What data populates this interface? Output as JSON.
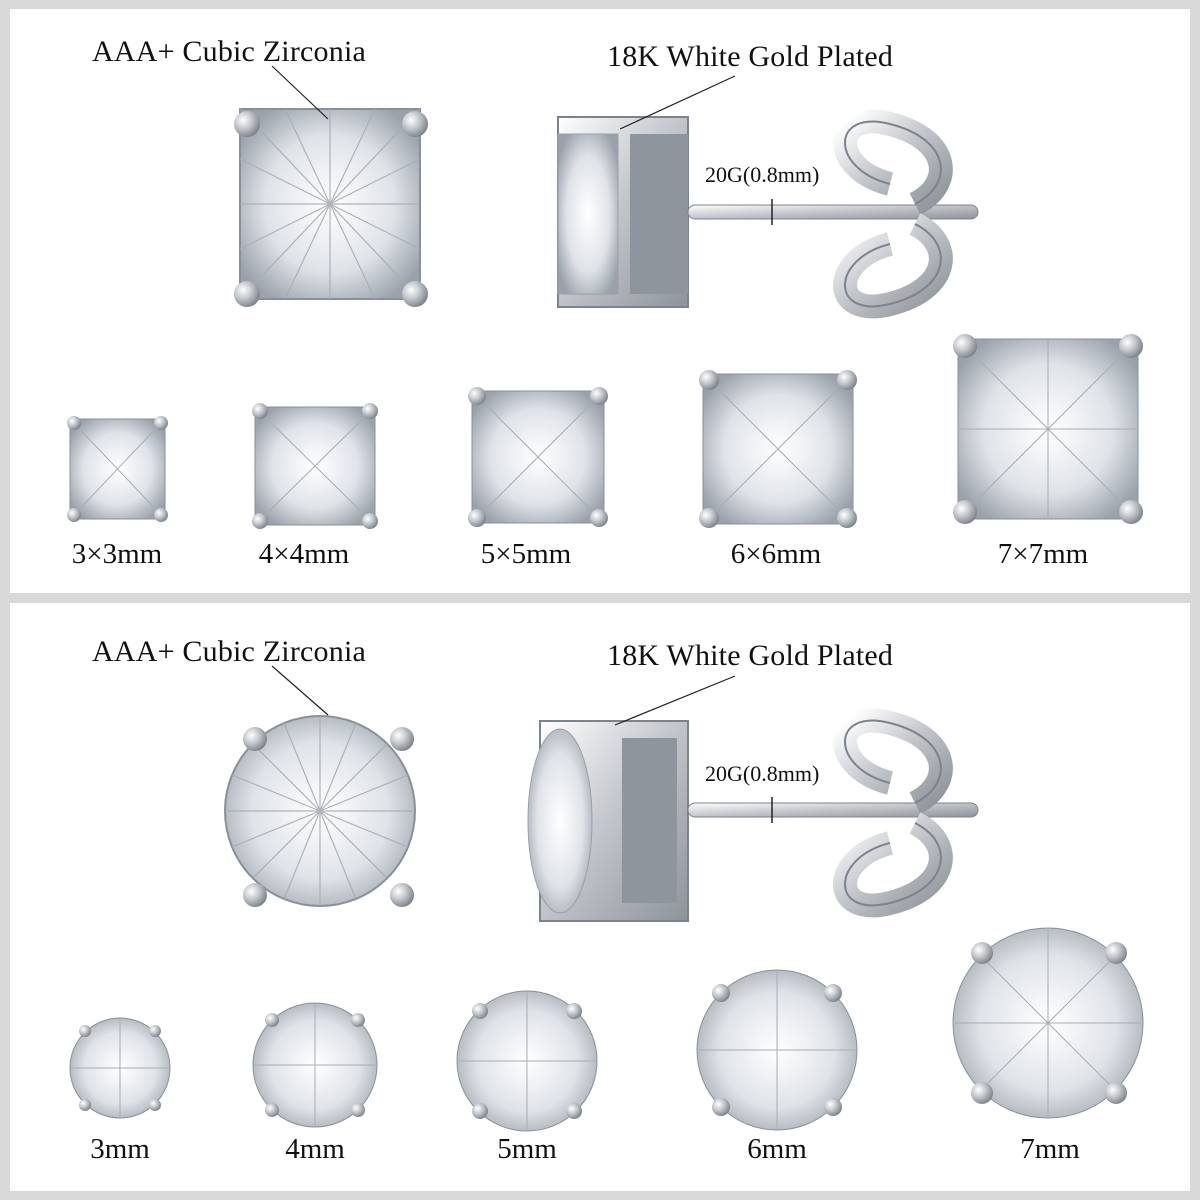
{
  "colors": {
    "background": "#d9d9d9",
    "panel": "#ffffff",
    "metal": "#c9ccd1",
    "stone": "#eef1f4",
    "text": "#111111"
  },
  "panels": [
    {
      "shape": "square",
      "material_label": "AAA+ Cubic Zirconia",
      "plating_label": "18K White Gold Plated",
      "gauge_label": "20G(0.8mm)",
      "sizes": [
        "3×3mm",
        "4×4mm",
        "5×5mm",
        "6×6mm",
        "7×7mm"
      ]
    },
    {
      "shape": "round",
      "material_label": "AAA+ Cubic Zirconia",
      "plating_label": "18K White Gold Plated",
      "gauge_label": "20G(0.8mm)",
      "sizes": [
        "3mm",
        "4mm",
        "5mm",
        "6mm",
        "7mm"
      ]
    }
  ]
}
